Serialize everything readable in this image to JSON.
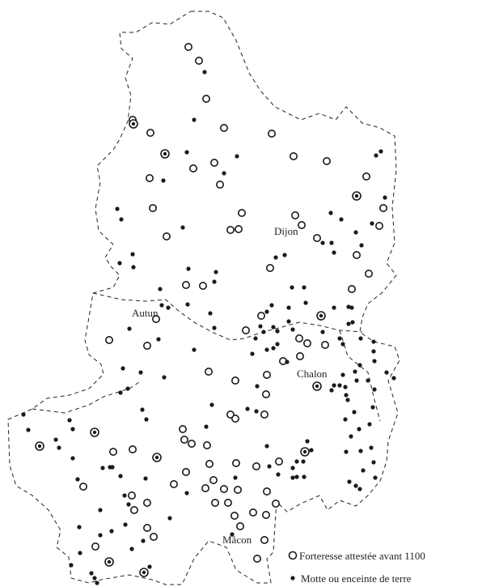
{
  "cities": {
    "dijon": "Dijon",
    "autun": "Autun",
    "chalon": "Chalon",
    "macon": "Mâcon"
  },
  "legend": {
    "fortress_label": "Forteresse attestée avant 1100",
    "motte_label": "Motte ou enceinte de terre"
  },
  "colors": {
    "ink": "#1a1a1a",
    "background": "#ffffff"
  },
  "symbols": {
    "fortress": "open-circle",
    "motte": "filled-dot",
    "both": "ringed-dot"
  }
}
